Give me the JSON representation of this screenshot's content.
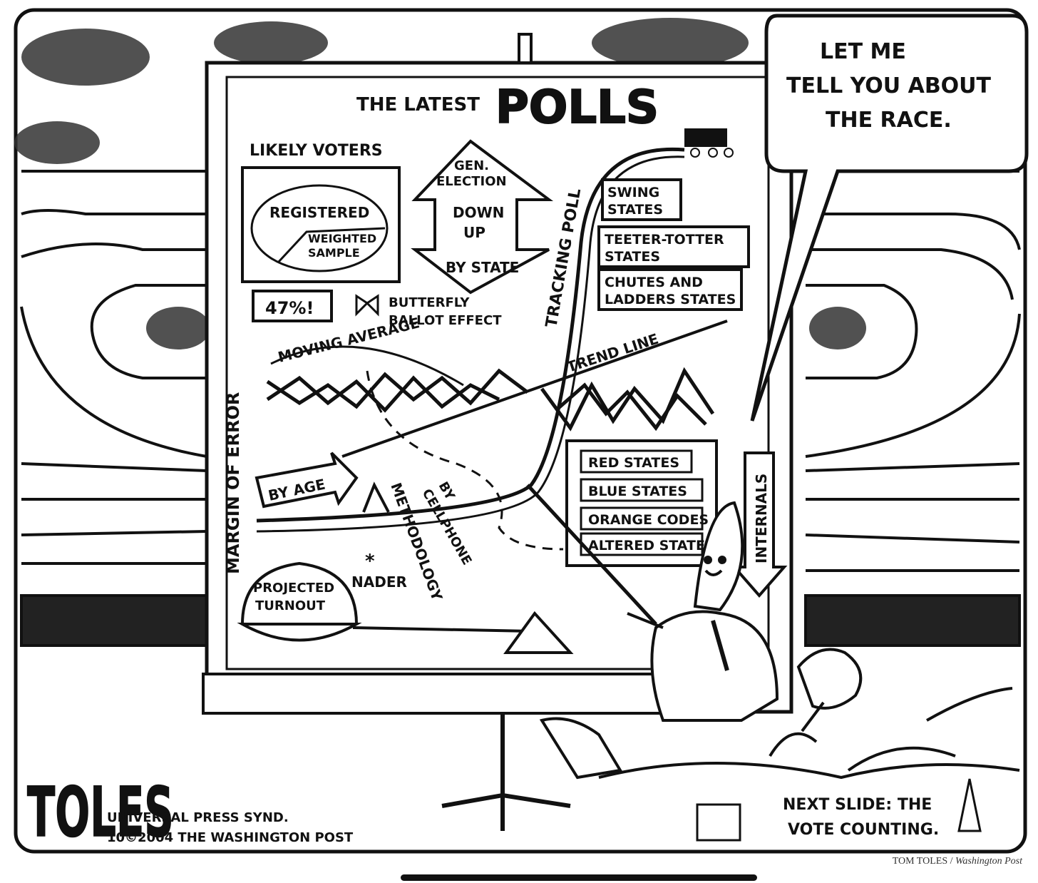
{
  "cartoon": {
    "header": {
      "prefix": "THE LATEST",
      "title": "POLLS"
    },
    "speech_bubble": [
      "LET ME",
      "TELL YOU ABOUT",
      "THE RACE."
    ],
    "labels": {
      "likely_voters": "LIKELY VOTERS",
      "registered": "REGISTERED",
      "weighted_sample": [
        "WEIGHTED",
        "SAMPLE"
      ],
      "gen_election": [
        "GEN.",
        "ELECTION"
      ],
      "down": "DOWN",
      "up": "UP",
      "by_state": "BY STATE",
      "tracking_poll": "TRACKING POLL",
      "swing_states": [
        "SWING",
        "STATES"
      ],
      "teeter_totter": [
        "TEETER-TOTTER",
        "STATES"
      ],
      "chutes_ladders": [
        "CHUTES AND",
        "LADDERS STATES"
      ],
      "percent": "47%!",
      "butterfly": [
        "BUTTERFLY",
        "BALLOT EFFECT"
      ],
      "moving_average": "MOVING AVERAGE",
      "trend_line": "TREND LINE",
      "margin_of_error": "MARGIN OF ERROR",
      "by_age": "BY AGE",
      "by_cellphone": [
        "BY",
        "CELLPHONE"
      ],
      "methodology": "METHODOLOGY",
      "nader": "NADER",
      "projected_turnout": [
        "PROJECTED",
        "TURNOUT"
      ],
      "internals": "INTERNALS",
      "states_list": [
        "RED STATES",
        "BLUE STATES",
        "ORANGE CODES",
        "ALTERED STATES"
      ]
    },
    "next_slide": [
      "NEXT SLIDE: THE",
      "VOTE COUNTING."
    ],
    "signature": "TOLES",
    "syndicate": [
      "UNIVERSAL PRESS SYND.",
      "10©2004 THE WASHINGTON POST"
    ],
    "credit": {
      "author": "TOM TOLES",
      "separator": " / ",
      "paper": "Washington Post"
    }
  }
}
